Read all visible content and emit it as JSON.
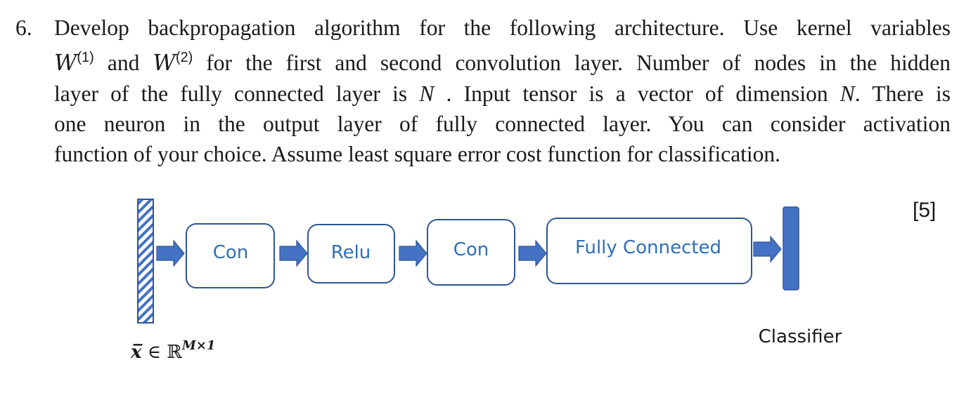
{
  "question": {
    "number": "6.",
    "lines": {
      "l1": "Develop backpropagation algorithm for the following architecture. Use kernel variables",
      "l2_w1": "W",
      "l2_sup1": "(1)",
      "l2_mid": " and ",
      "l2_w2": "W",
      "l2_sup2": "(2)",
      "l2_rest": " for the first and second convolution layer.  Number of nodes in the hidden",
      "l3_a": "layer of the fully connected layer is ",
      "l3_n1": "N",
      "l3_b": " . Input tensor is a vector of dimension ",
      "l3_n2": "N",
      "l3_c": ".  There is",
      "l4": "one neuron in the output layer of fully connected layer. You can consider activation",
      "l5": "function of your choice.  Assume least square error cost function for classification."
    },
    "marks": "[5]"
  },
  "diagram": {
    "boxes": [
      {
        "label": "Con"
      },
      {
        "label": "Relu"
      },
      {
        "label": "Con"
      },
      {
        "label": "Fully Connected"
      }
    ],
    "output_label": "Classifier",
    "input_label": {
      "var": "x̅",
      "elem": " ∈ ℝ",
      "exp": "M×1"
    },
    "colors": {
      "accent": "#4472c4",
      "box_border": "#2f5597",
      "label": "#2f6fb8"
    }
  }
}
